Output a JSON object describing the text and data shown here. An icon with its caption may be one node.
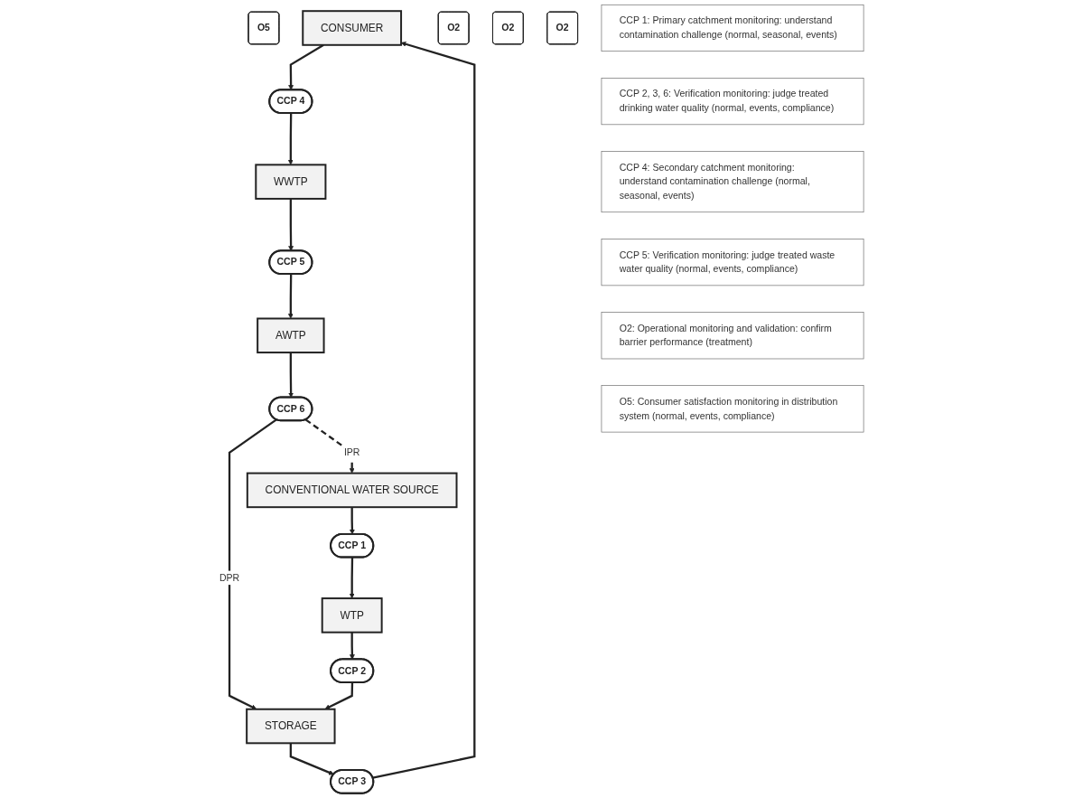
{
  "diagram": {
    "nodes": [
      {
        "text": [
          "O5"
        ]
      },
      {
        "text": [
          "CONSUMER"
        ]
      },
      {
        "text": [
          "CCP 4"
        ]
      },
      {
        "text": [
          "WWTP"
        ]
      },
      {
        "text": [
          "O2"
        ]
      },
      {
        "text": [
          "CCP 3"
        ]
      },
      {
        "text": [
          "CCP 5"
        ]
      },
      {
        "text": [
          "STORAGE"
        ]
      },
      {
        "text": [
          "CCP 6"
        ]
      },
      {
        "text": [
          "AWTP"
        ]
      },
      {
        "text": [
          "O2"
        ]
      },
      {
        "text": [
          "CCP 2"
        ]
      },
      {
        "text": [
          "O2"
        ]
      },
      {
        "text": [
          "WTP"
        ]
      },
      {
        "text": [
          "CCP 1"
        ]
      },
      {
        "text": [
          "CONVENTIONAL WATER SOURCE"
        ]
      },
      {
        "text": [
          "CCP 1: Primary catchment monitoring: understand contamination challenge (normal, seasonal, events)"
        ]
      },
      {
        "text": [
          "CCP 2, 3, 6: Verification monitoring: judge treated drinking water quality (normal, events, compliance)"
        ]
      },
      {
        "text": [
          "CCP 4: Secondary catchment monitoring: understand contamination challenge (normal, seasonal, events)"
        ]
      },
      {
        "text": [
          "CCP 5: Verification monitoring: judge treated waste water quality (normal, events, compliance)"
        ]
      },
      {
        "text": [
          "O2: Operational monitoring and validation: confirm barrier performance (treatment)"
        ]
      },
      {
        "text": [
          "O5: Consumer satisfaction monitoring in distribution system (normal, events, compliance)"
        ]
      }
    ],
    "edges": [
      {
        "from": 1,
        "to": 2,
        "arrow": "to"
      },
      {
        "from": 2,
        "to": 3,
        "arrow": "to"
      },
      {
        "from": 3,
        "to": 6,
        "arrow": "to"
      },
      {
        "from": 6,
        "to": 9,
        "arrow": "to"
      },
      {
        "from": 9,
        "to": 8,
        "arrow": "to"
      },
      {
        "from": 8,
        "to": 7,
        "arrow": "to",
        "label": "DPR"
      },
      {
        "from": 8,
        "to": 15,
        "arrow": "to",
        "label": "IPR",
        "style": "dashed"
      },
      {
        "from": 15,
        "to": 14,
        "arrow": "to"
      },
      {
        "from": 14,
        "to": 13,
        "arrow": "to"
      },
      {
        "from": 13,
        "to": 11,
        "arrow": "to"
      },
      {
        "from": 11,
        "to": 7,
        "arrow": "to"
      },
      {
        "from": 7,
        "to": 5,
        "arrow": "to"
      },
      {
        "from": 5,
        "to": 1,
        "arrow": "to"
      }
    ]
  }
}
